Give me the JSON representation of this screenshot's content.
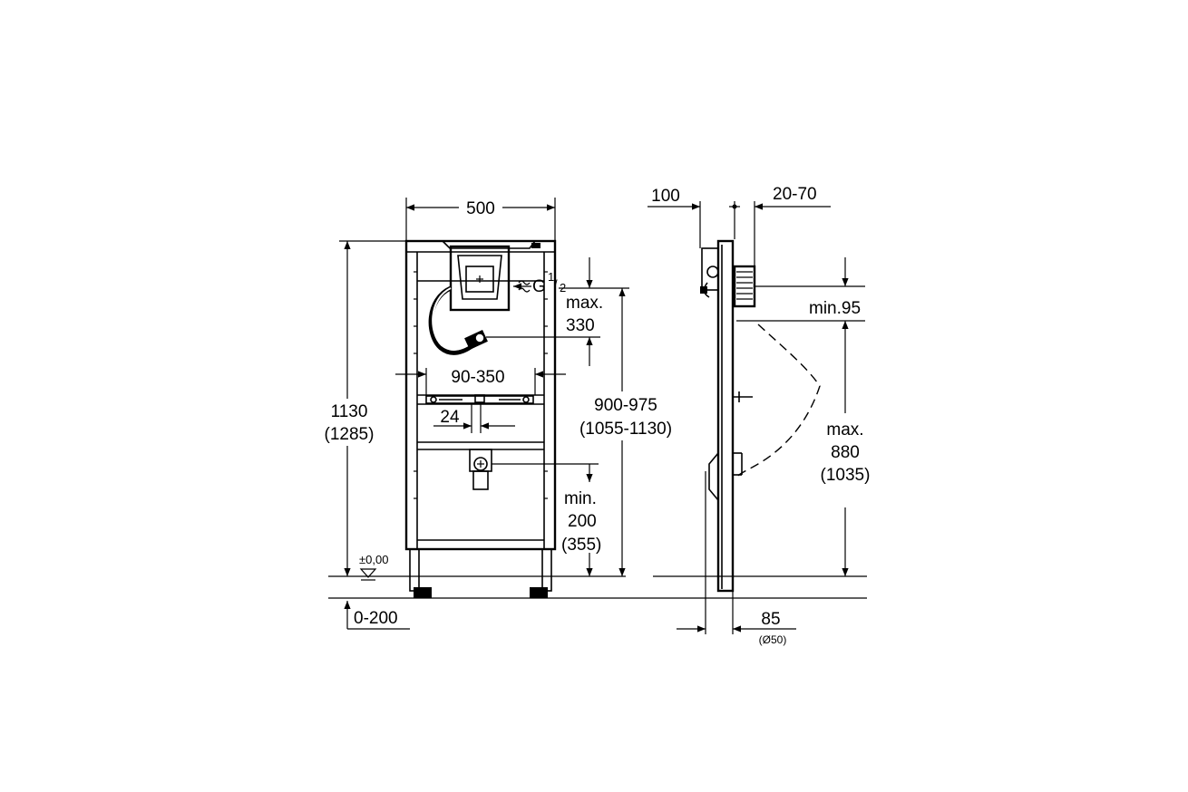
{
  "front_view": {
    "width": "500",
    "height_line1": "1130",
    "height_line2": "(1285)",
    "thread_g": "G",
    "thread_fraction_num": "1",
    "thread_fraction_slash": "/",
    "thread_fraction_den": "2",
    "max330_line1": "max.",
    "max330_line2": "330",
    "span": "90-350",
    "offset": "24",
    "total_line1": "900-975",
    "total_line2": "(1055-1130)",
    "min200_line1": "min.",
    "min200_line2": "200",
    "min200_line3": "(355)",
    "floor_level": "±0,00",
    "foot_adjust": "0-200"
  },
  "side_view": {
    "depth_top": "100",
    "depth_adjust": "20-70",
    "min95": "min.95",
    "max880_line1": "max.",
    "max880_line2": "880",
    "max880_line3": "(1035)",
    "bottom_depth": "85",
    "pipe_diameter": "(Ø50)"
  }
}
